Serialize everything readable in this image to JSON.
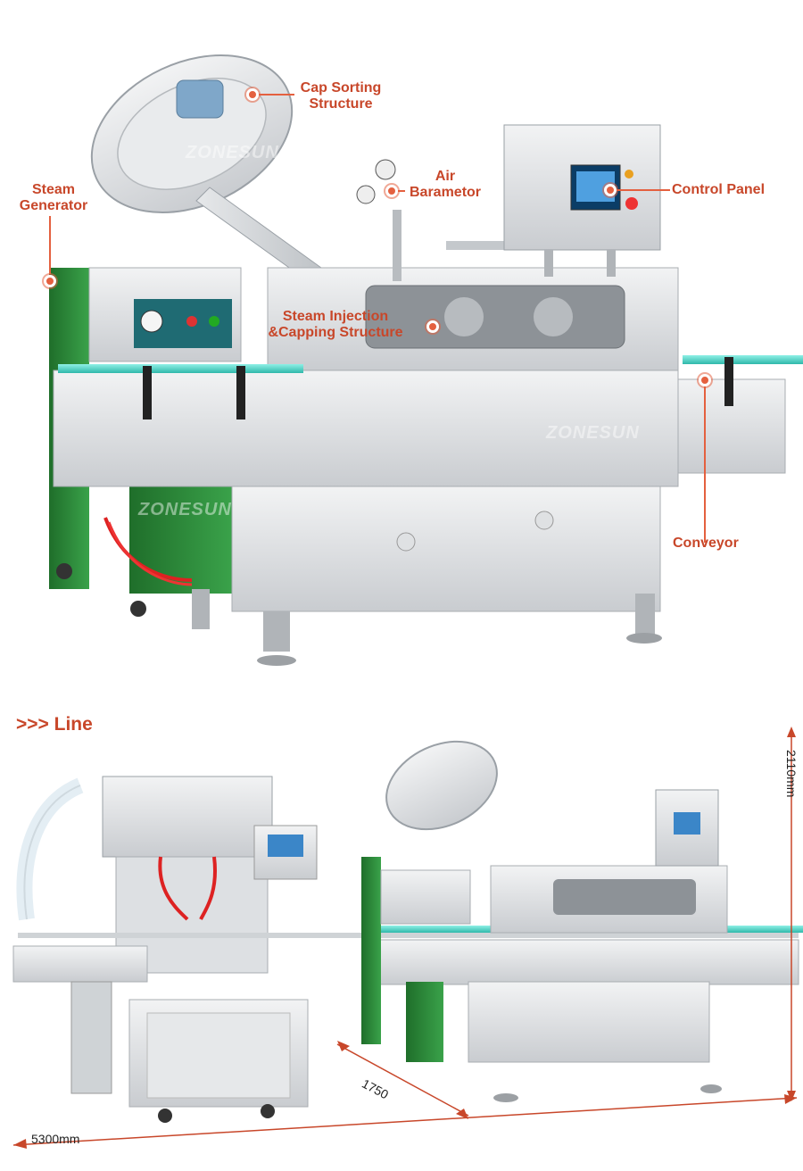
{
  "top_callouts": {
    "cap_sorting": "Cap Sorting Structure",
    "cap_sorting_line1": "Cap Sorting",
    "cap_sorting_line2": "Structure",
    "air_barometer_line1": "Air",
    "air_barometer_line2": "Barametor",
    "steam_generator_line1": "Steam",
    "steam_generator_line2": "Generator",
    "control_panel": "Control Panel",
    "steam_injection_line1": "Steam Injection",
    "steam_injection_line2": "&Capping Structure",
    "conveyor": "Conveyor"
  },
  "brand_watermark": "ZONESUN",
  "line_section": {
    "title": ">>> Line",
    "height_dim": "2110mm",
    "depth_dim": "1750",
    "length_dim": "5300mm"
  },
  "colors": {
    "accent": "#c8472a",
    "dot": "#e4603f",
    "conveyor_rail": "#3fd6c8",
    "generator_green": "#2e8a3a",
    "steel": "#d9dcdf"
  }
}
